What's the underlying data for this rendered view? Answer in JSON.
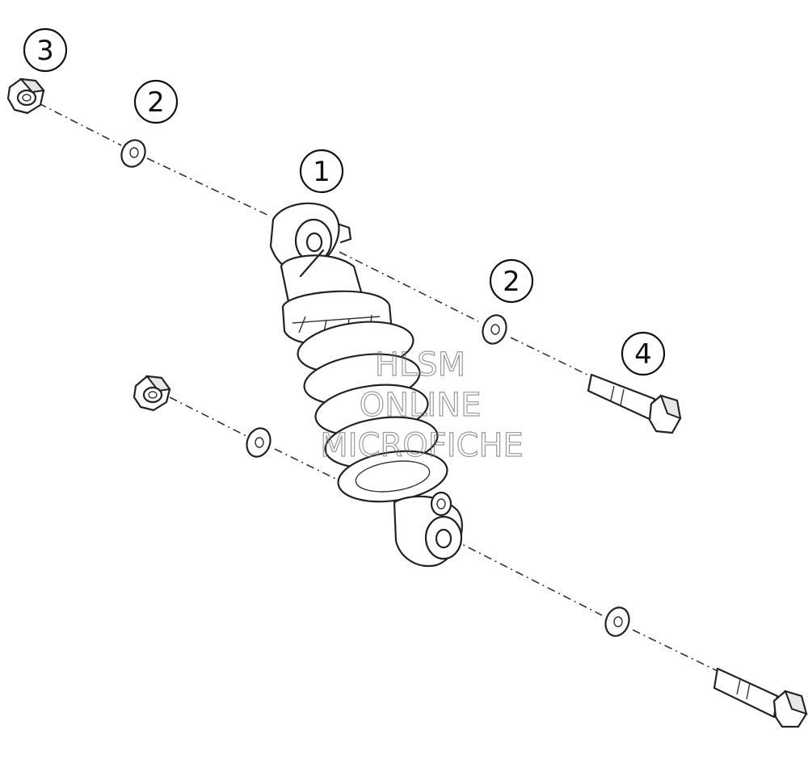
{
  "callouts": [
    {
      "id": "1",
      "label": "1"
    },
    {
      "id": "2a",
      "label": "2"
    },
    {
      "id": "2b",
      "label": "2"
    },
    {
      "id": "3",
      "label": "3"
    },
    {
      "id": "4",
      "label": "4"
    }
  ],
  "watermark": {
    "line1": "HLSM",
    "line2": "ONLINE",
    "line3": "MICROFICHE"
  }
}
